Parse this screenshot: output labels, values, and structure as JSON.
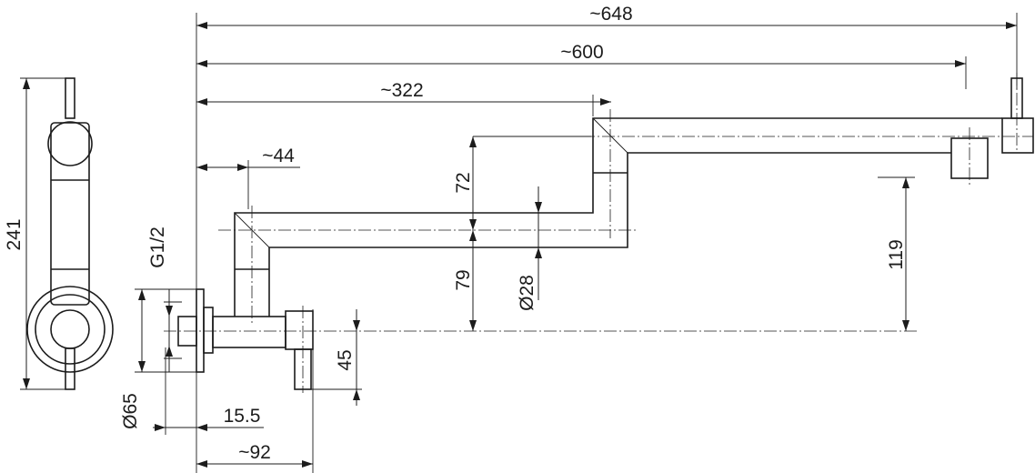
{
  "dimensions": {
    "total_length": "~648",
    "spout_length": "~600",
    "elbow_offset": "~322",
    "inlet_offset": "~44",
    "upper_rise": "72",
    "lower_rise": "79",
    "pipe_diameter": "Ø28",
    "spout_height": "119",
    "thread": "G1/2",
    "escutcheon_diameter": "Ø65",
    "wall_gap": "15.5",
    "projection": "~92",
    "lever_drop": "45",
    "side_height": "241"
  }
}
